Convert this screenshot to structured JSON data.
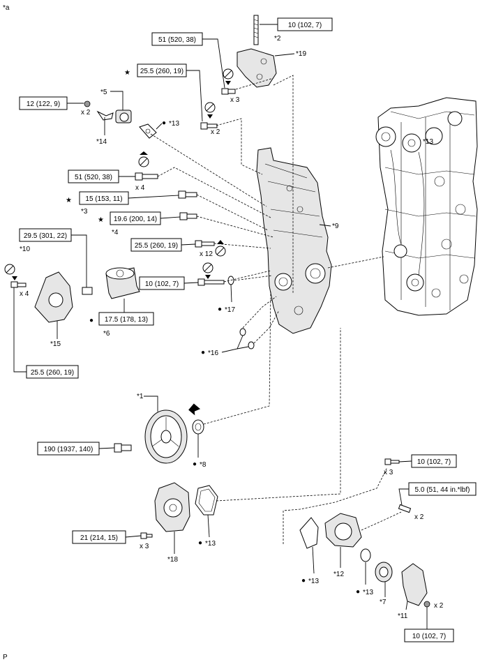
{
  "corner_label": "*a",
  "footer_label": "P",
  "torque_labels": {
    "t_stud_top": "10 (102, 7)",
    "t_bracket_bolt": "51 (520, 38)",
    "t_star_255_top": "25.5 (260, 19)",
    "t_12": "12 (122, 9)",
    "t_51_mid": "51 (520, 38)",
    "t_15": "15 (153, 11)",
    "t_196": "19.6 (200, 14)",
    "t_295": "29.5 (301, 22)",
    "t_255_mid": "25.5 (260, 19)",
    "t_10_mid": "10 (102, 7)",
    "t_175": "17.5 (178, 13)",
    "t_255_bottom": "25.5 (260, 19)",
    "t_190": "190 (1937, 140)",
    "t_21": "21 (214, 15)",
    "t_10_right_top": "10 (102, 7)",
    "t_50": "5.0 (51, 44 in.*lbf)",
    "t_10_right_bottom": "10 (102, 7)"
  },
  "callouts": {
    "c1": "*1",
    "c2": "*2",
    "c3": "*3",
    "c4": "*4",
    "c5": "*5",
    "c6": "*6",
    "c7": "*7",
    "c8": "*8",
    "c9": "*9",
    "c10": "*10",
    "c11": "*11",
    "c12": "*12",
    "c13a": "*13",
    "c13b": "*13",
    "c13c": "*13",
    "c13d": "*13",
    "c13e": "*13",
    "c14": "*14",
    "c15": "*15",
    "c16": "*16",
    "c17": "*17",
    "c18": "*18",
    "c19": "*19"
  },
  "quantities": {
    "q3_top": "x 3",
    "q2_a": "x 2",
    "q2_b": "x 2",
    "q4_mid": "x 4",
    "q12": "x 12",
    "q4_left": "x 4",
    "q3_right": "x 3",
    "q2_stud": "x 2",
    "q3_pump": "x 3",
    "q2_nut": "x 2"
  },
  "symbols": {
    "star": "★",
    "dot": "●"
  }
}
